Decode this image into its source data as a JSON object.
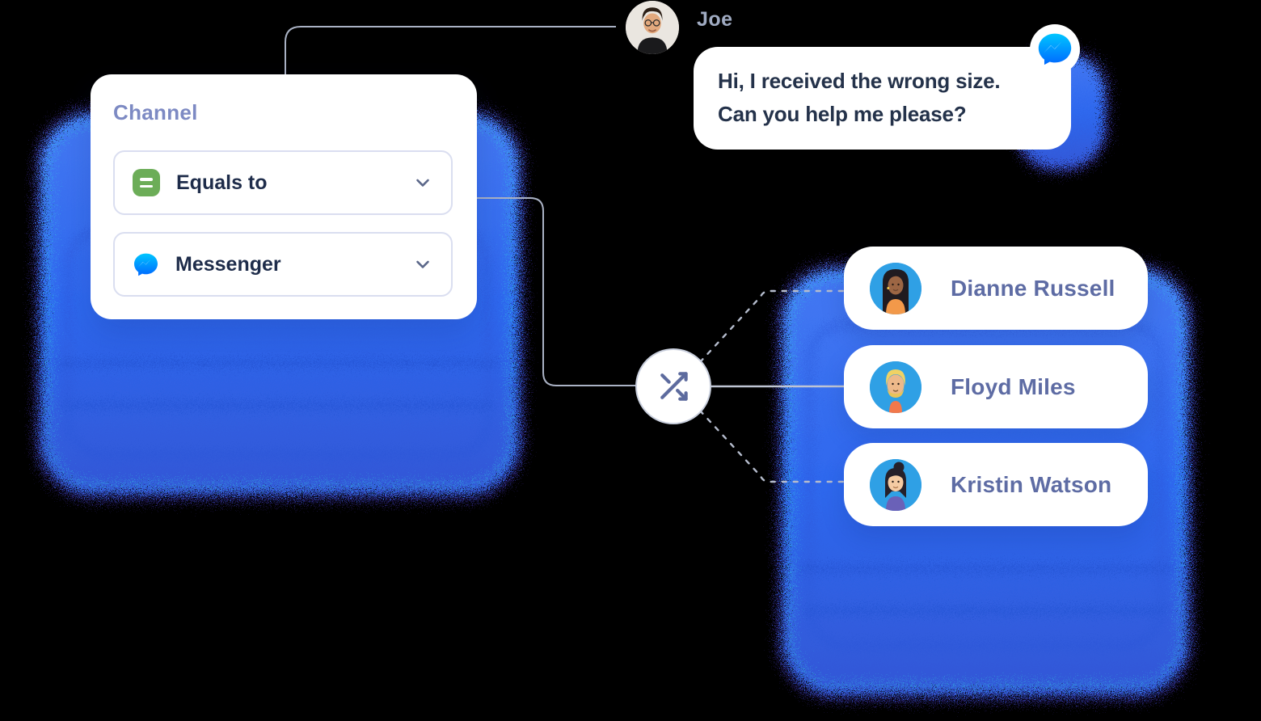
{
  "customer": {
    "name": "Joe",
    "message": {
      "line1": "Hi, I received the wrong size.",
      "line2": "Can you help me please?"
    },
    "channel_badge_icon": "messenger-icon"
  },
  "filter_card": {
    "title": "Channel",
    "conditions": [
      {
        "icon": "equals-icon",
        "label": "Equals to"
      },
      {
        "icon": "messenger-icon",
        "label": "Messenger"
      }
    ]
  },
  "router": {
    "icon": "shuffle-icon"
  },
  "agents": [
    {
      "name": "Dianne Russell",
      "avatar": "woman-long-dark-hair"
    },
    {
      "name": "Floyd Miles",
      "avatar": "man-blond-beard"
    },
    {
      "name": "Kristin Watson",
      "avatar": "woman-hair-bun"
    }
  ],
  "colors": {
    "glow_blue": "#2E6BEF",
    "glow_cyan": "#35E6E6",
    "glow_violet": "#5B3FE6",
    "messenger_top": "#00C6FF",
    "messenger_bottom": "#0068FF",
    "equals_green": "#6CAD58",
    "avatar_circle_blue": "#2FA0E5",
    "card_title": "#7D8AC3",
    "agent_name": "#5E6CA4",
    "dark_text": "#24324A",
    "connector_gray": "#AAB2C4"
  }
}
